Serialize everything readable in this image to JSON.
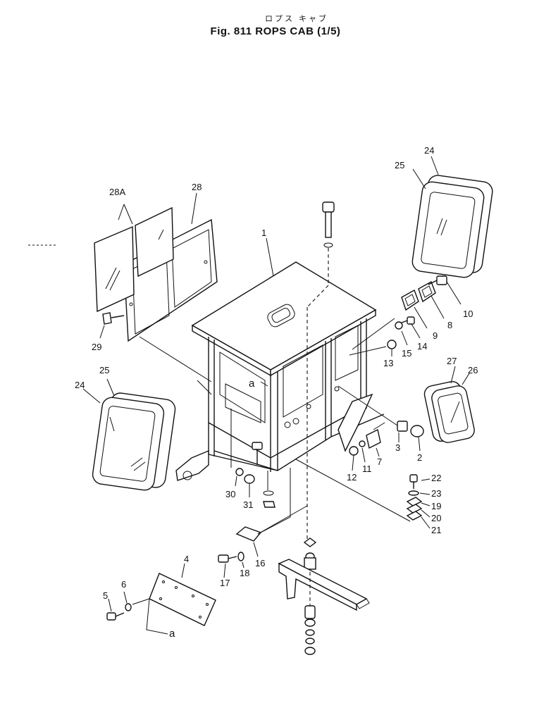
{
  "header": {
    "subtitle": "ロプス キャブ",
    "title": "Fig. 811  ROPS CAB (1/5)"
  },
  "callouts": [
    {
      "id": "c1",
      "text": "1"
    },
    {
      "id": "c2",
      "text": "2"
    },
    {
      "id": "c3",
      "text": "3"
    },
    {
      "id": "c4",
      "text": "4"
    },
    {
      "id": "c5",
      "text": "5"
    },
    {
      "id": "c6",
      "text": "6"
    },
    {
      "id": "c7",
      "text": "7"
    },
    {
      "id": "c8",
      "text": "8"
    },
    {
      "id": "c9",
      "text": "9"
    },
    {
      "id": "c10",
      "text": "10"
    },
    {
      "id": "c11",
      "text": "11"
    },
    {
      "id": "c12",
      "text": "12"
    },
    {
      "id": "c13",
      "text": "13"
    },
    {
      "id": "c14",
      "text": "14"
    },
    {
      "id": "c15",
      "text": "15"
    },
    {
      "id": "c16",
      "text": "16"
    },
    {
      "id": "c17",
      "text": "17"
    },
    {
      "id": "c18",
      "text": "18"
    },
    {
      "id": "c19",
      "text": "19"
    },
    {
      "id": "c20",
      "text": "20"
    },
    {
      "id": "c21",
      "text": "21"
    },
    {
      "id": "c22",
      "text": "22"
    },
    {
      "id": "c23",
      "text": "23"
    },
    {
      "id": "c24a",
      "text": "24"
    },
    {
      "id": "c24b",
      "text": "24"
    },
    {
      "id": "c25a",
      "text": "25"
    },
    {
      "id": "c25b",
      "text": "25"
    },
    {
      "id": "c26",
      "text": "26"
    },
    {
      "id": "c27",
      "text": "27"
    },
    {
      "id": "c28",
      "text": "28"
    },
    {
      "id": "c28A",
      "text": "28A"
    },
    {
      "id": "c29",
      "text": "29"
    },
    {
      "id": "c30",
      "text": "30"
    },
    {
      "id": "c31",
      "text": "31"
    },
    {
      "id": "ca1",
      "text": "a"
    },
    {
      "id": "ca2",
      "text": "a"
    }
  ]
}
